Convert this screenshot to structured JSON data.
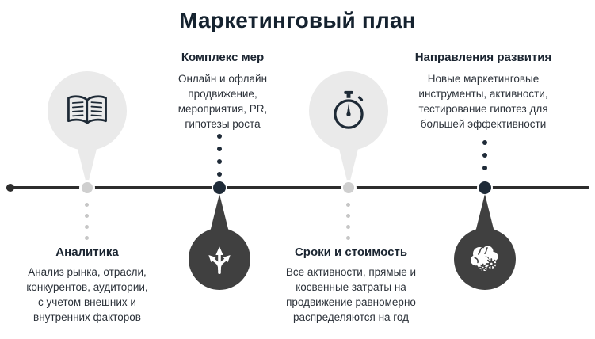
{
  "title": "Маркетинговый план",
  "colors": {
    "title": "#15222f",
    "heading": "#1b2531",
    "body_text": "#2c323a",
    "light_circle": "#eaeaea",
    "dark_circle": "#404040",
    "dark_node": "#1f2b38",
    "timeline": "#2d2d2d",
    "icon_dark": "#1e2a36",
    "icon_light": "#ffffff"
  },
  "stages": [
    {
      "heading": "Аналитика",
      "body": "Анализ рынка, отрасли,\nконкурентов, аудитории,\nс учетом внешних и\nвнутренних факторов",
      "icon": "open-book-icon",
      "text_position": "below-line",
      "marker": "light-circle-above-line"
    },
    {
      "heading": "Комплекс мер",
      "body": "Онлайн и офлайн\nпродвижение,\nмероприятия, PR,\nгипотезы роста",
      "icon": "branching-arrows-icon",
      "text_position": "above-line",
      "marker": "dark-circle-below-line"
    },
    {
      "heading": "Сроки и стоимость",
      "body": "Все активности, прямые и\nкосвенные затраты на\nпродвижение равномерно\nраспределяются на год",
      "icon": "stopwatch-icon",
      "text_position": "below-line",
      "marker": "light-circle-above-line"
    },
    {
      "heading": "Направления развития",
      "body": "Новые маркетинговые\nинструменты, активности,\nтестирование гипотез для\nбольшей эффективности",
      "icon": "brain-gears-icon",
      "text_position": "above-line",
      "marker": "dark-circle-below-line"
    }
  ]
}
